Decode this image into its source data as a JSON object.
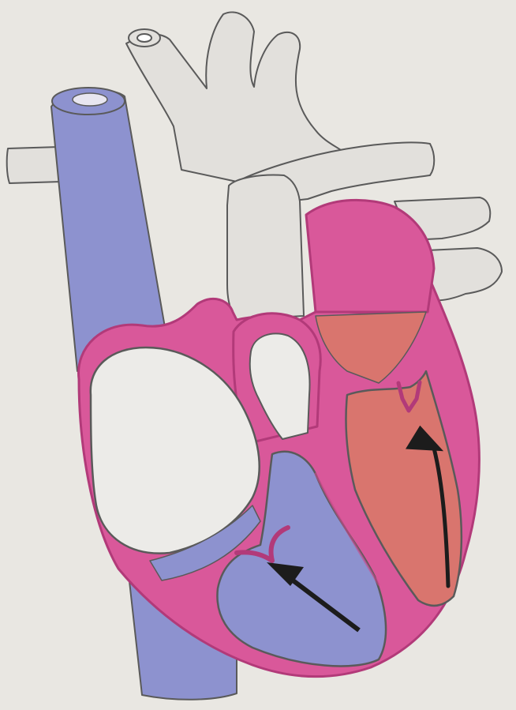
{
  "diagram": {
    "kind": "hand-drawn heart cross-section",
    "labels": [],
    "colors": {
      "paper": "#e9e7e2",
      "outline": "#5a5a5a",
      "deoxygenated_blue": "#8d92cf",
      "myocardium_pink": "#d9589a",
      "oxygenated_red": "#d9756e",
      "arrow": "#1c1c1c",
      "vessel_unshaded": "#e2e0dc"
    },
    "arrows": [
      {
        "name": "right-ventricle-flow-arrow",
        "direction": "up-left"
      },
      {
        "name": "left-ventricle-flow-arrow",
        "direction": "up"
      }
    ]
  }
}
